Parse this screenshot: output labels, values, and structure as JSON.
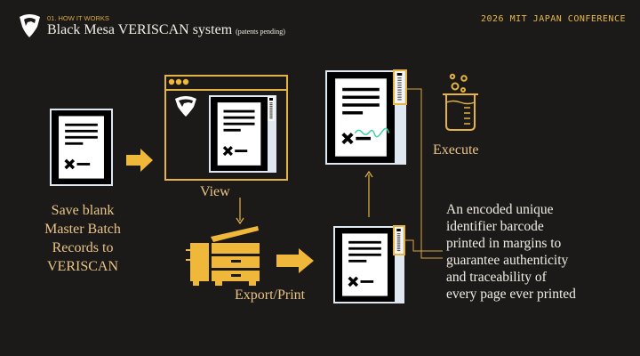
{
  "header": {
    "kicker": "01. HOW IT WORKS",
    "title": "Black Mesa VERISCAN system",
    "title_note": "(patents pending)",
    "conference": "2026 MIT JAPAN CONFERENCE"
  },
  "steps": {
    "save": [
      "Save blank",
      "Master Batch",
      "Records to",
      "VERISCAN"
    ],
    "view": "View",
    "export": "Export/Print",
    "execute": "Execute"
  },
  "description": [
    "An encoded unique",
    "identifier barcode",
    "printed in margins to",
    "guarantee authenticity",
    "and traceability of",
    "every page ever printed"
  ],
  "colors": {
    "background": "#1c1a19",
    "accent": "#f0b83a",
    "label": "#e9c487",
    "signature": "#3fd3a6"
  }
}
